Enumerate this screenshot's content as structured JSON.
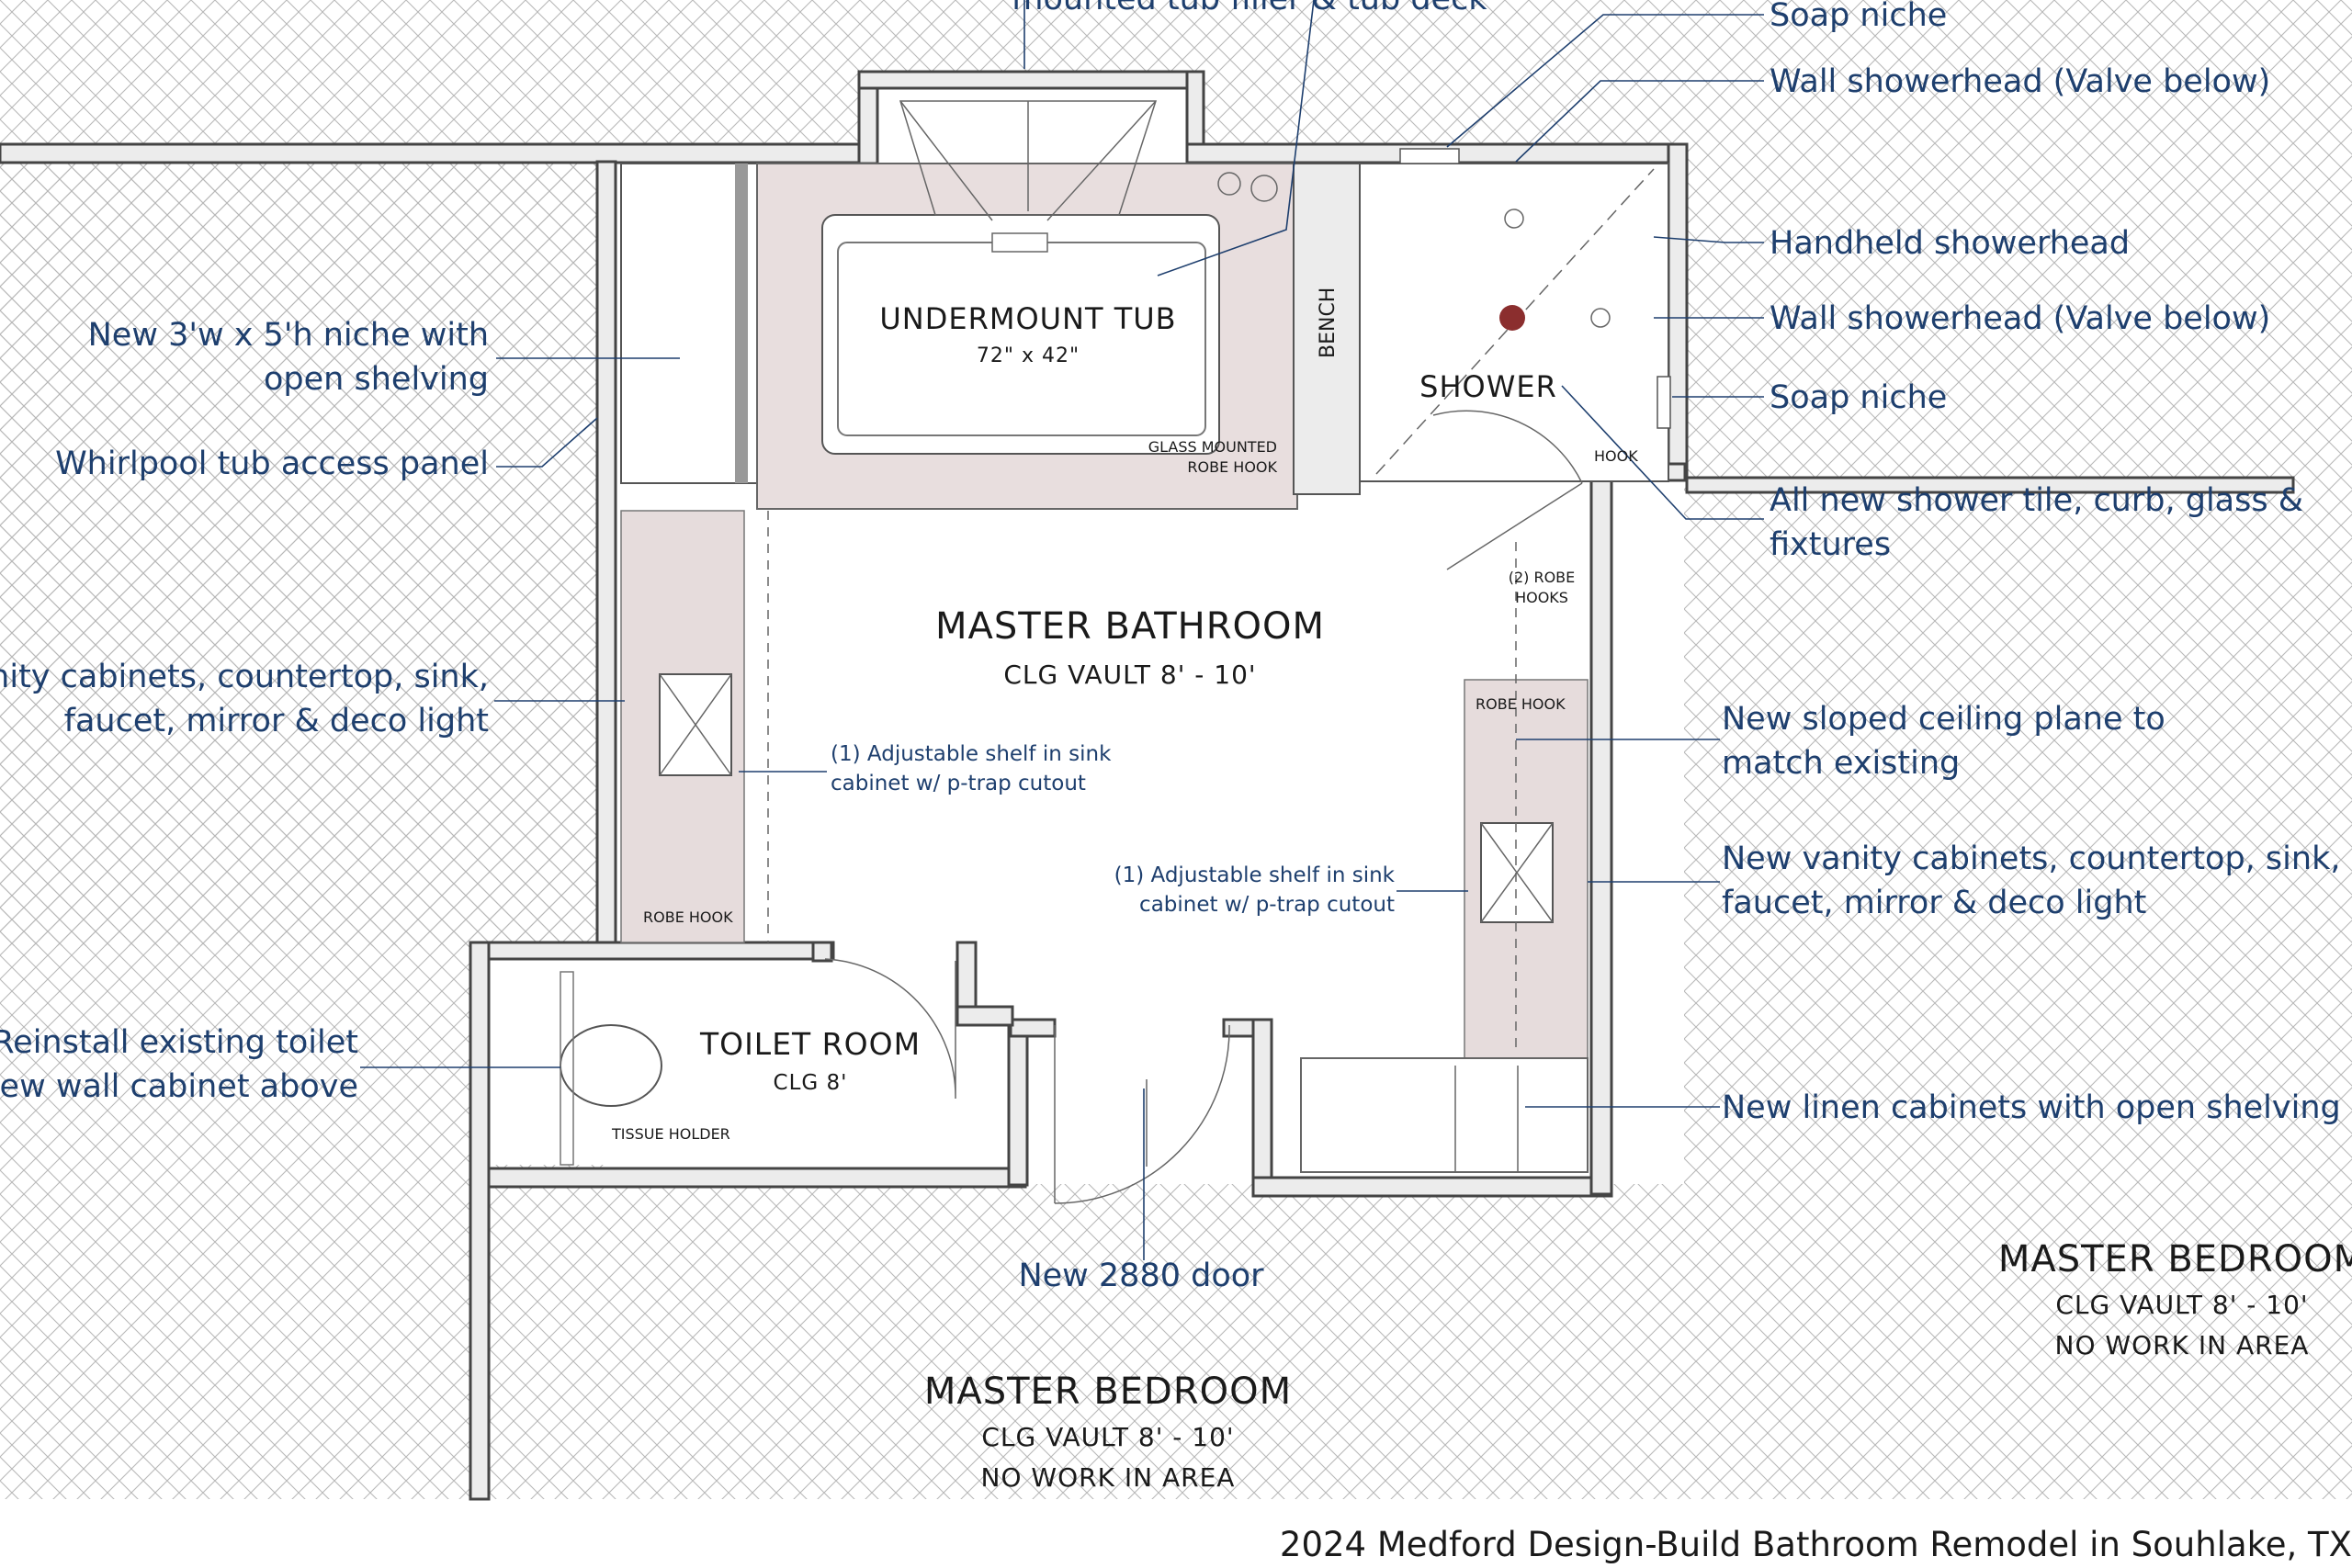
{
  "rooms": {
    "master_bathroom": {
      "title": "MASTER BATHROOM",
      "ceiling": "CLG VAULT 8' - 10'"
    },
    "shower": {
      "title": "SHOWER"
    },
    "toilet_room": {
      "title": "TOILET ROOM",
      "ceiling": "CLG 8'"
    },
    "bedroom_bottom": {
      "title": "MASTER BEDROOM",
      "ceiling": "CLG VAULT 8' - 10'",
      "status": "NO WORK IN AREA"
    },
    "bedroom_right": {
      "title": "MASTER BEDROOM",
      "ceiling": "CLG VAULT 8' - 10'",
      "status": "NO WORK IN AREA"
    }
  },
  "fixtures": {
    "tub_name": "UNDERMOUNT TUB",
    "tub_size": "72\" x 42\"",
    "bench": "BENCH",
    "glass_hook_1": "GLASS MOUNTED",
    "glass_hook_2": "ROBE HOOK",
    "hook": "HOOK",
    "robe_hooks_1": "(2) ROBE",
    "robe_hooks_2": "HOOKS",
    "robe_hook_right": "ROBE HOOK",
    "robe_hook_left": "ROBE HOOK",
    "tissue_holder": "TISSUE HOLDER"
  },
  "notes": {
    "tub_filler": "mounted tub filler & tub deck",
    "soap_niche_top": "Soap niche",
    "wall_shower_1": "Wall showerhead (Valve below)",
    "handheld": "Handheld showerhead",
    "wall_shower_2": "Wall showerhead (Valve below)",
    "soap_niche_2": "Soap niche",
    "shower_tile_1": "All new shower tile, curb, glass &",
    "shower_tile_2": "fixtures",
    "niche_1": "New 3'w x 5'h niche with",
    "niche_2": "open shelving",
    "whirlpool": "Whirlpool tub access panel",
    "vanity_left_1": "anity cabinets, countertop, sink,",
    "vanity_left_2": "faucet, mirror & deco light",
    "shelf_left_1": "(1) Adjustable shelf in sink",
    "shelf_left_2": "cabinet w/ p-trap cutout",
    "sloped_1": "New sloped ceiling plane to",
    "sloped_2": "match existing",
    "shelf_right_1": "(1) Adjustable shelf in sink",
    "shelf_right_2": "cabinet w/ p-trap cutout",
    "vanity_right_1": "New vanity cabinets, countertop, sink,",
    "vanity_right_2": "faucet, mirror & deco light",
    "toilet_1": "Reinstall existing toilet",
    "toilet_2": "New wall cabinet above",
    "linen": "New linen cabinets with open shelving",
    "door": "New 2880 door"
  },
  "caption": "2024 Medford Design-Build Bathroom Remodel in Souhlake, TX",
  "colors": {
    "annotation": "#1e3f6e",
    "hatch": "#b5b5b5",
    "wall": "#ececec",
    "cabinet": "#e6dcdc"
  }
}
